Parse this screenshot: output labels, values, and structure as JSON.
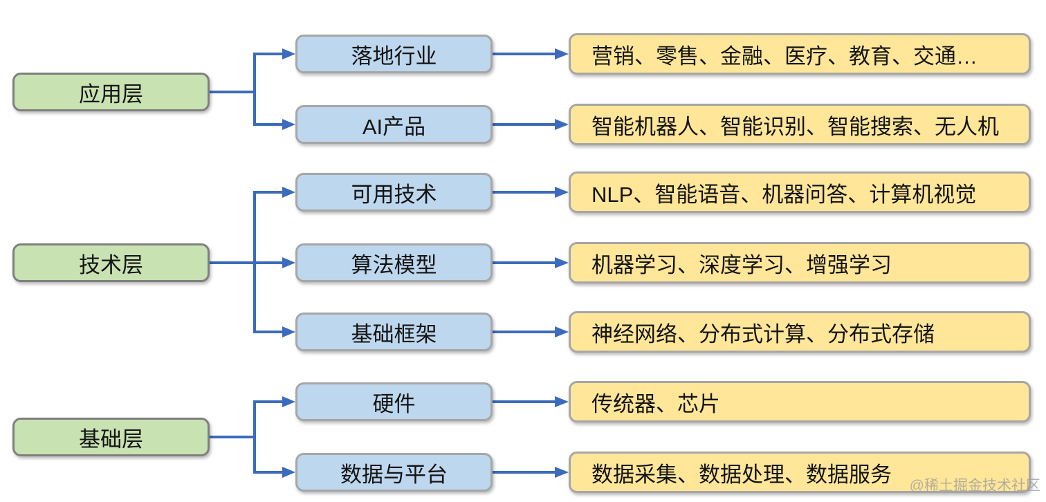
{
  "diagram": {
    "groups": [
      {
        "layer": "应用层",
        "children": [
          {
            "label": "落地行业",
            "detail": "营销、零售、金融、医疗、教育、交通…"
          },
          {
            "label": "AI产品",
            "detail": "智能机器人、智能识别、智能搜索、无人机"
          }
        ]
      },
      {
        "layer": "技术层",
        "children": [
          {
            "label": "可用技术",
            "detail": "NLP、智能语音、机器问答、计算机视觉"
          },
          {
            "label": "算法模型",
            "detail": "机器学习、深度学习、增强学习"
          },
          {
            "label": "基础框架",
            "detail": "神经网络、分布式计算、分布式存储"
          }
        ]
      },
      {
        "layer": "基础层",
        "children": [
          {
            "label": "硬件",
            "detail": "传统器、芯片"
          },
          {
            "label": "数据与平台",
            "detail": "数据采集、数据处理、数据服务"
          }
        ]
      }
    ],
    "watermark": "@稀土掘金技术社区",
    "colors": {
      "layer_fill": "#c9e2b2",
      "layer_border": "#7f7f7f",
      "category_fill": "#bdd7ee",
      "category_border": "#a6a6a6",
      "detail_fill": "#ffe699",
      "detail_border": "#a6a6a6",
      "connector": "#3c6bbd"
    }
  }
}
